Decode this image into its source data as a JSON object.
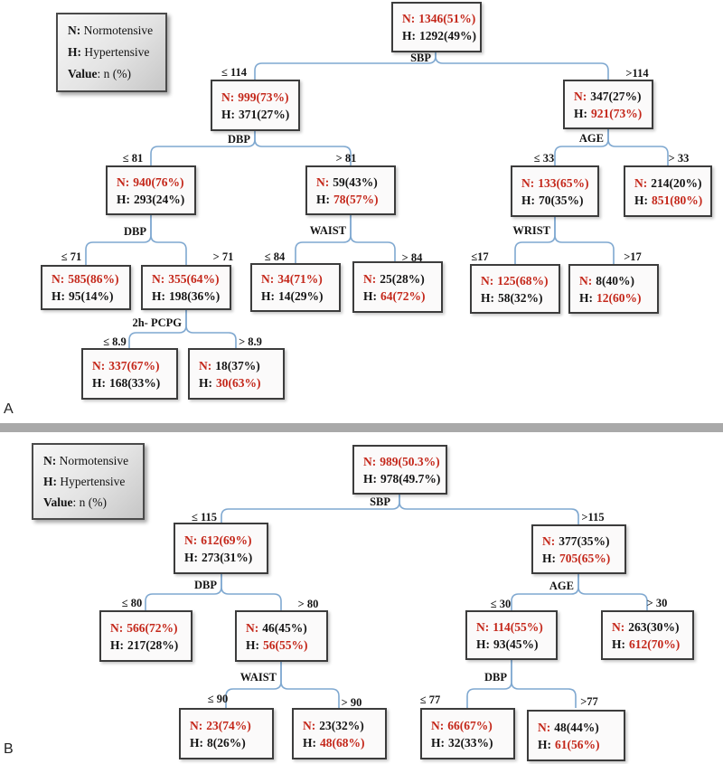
{
  "figure": {
    "common": {
      "n_prefix": "N:",
      "h_prefix": "H:"
    },
    "colors": {
      "highlight_red": "#c4271a",
      "connector_blue": "#7fa8d0",
      "divider_gray": "#a9a9a9"
    },
    "legend": {
      "n_key": "N:",
      "n_text": "Normotensive",
      "h_key": "H:",
      "h_text": "Hypertensive",
      "value_key": "Value",
      "value_text": ": n (%)"
    },
    "section_a": {
      "label": "A",
      "splits": {
        "sbp": {
          "variable": "SBP",
          "left": "≤ 114",
          "right": ">114"
        },
        "dbp81": {
          "variable": "DBP",
          "left": "≤ 81",
          "right": "> 81"
        },
        "age33": {
          "variable": "AGE",
          "left": "≤ 33",
          "right": "> 33"
        },
        "dbp71": {
          "variable": "DBP",
          "left": "≤ 71",
          "right": "> 71"
        },
        "waist84": {
          "variable": "WAIST",
          "left": "≤ 84",
          "right": "> 84"
        },
        "wrist17": {
          "variable": "WRIST",
          "left": "≤17",
          "right": ">17"
        },
        "pcpg": {
          "variable": "2h- PCPG",
          "left": "≤ 8.9",
          "right": "> 8.9"
        }
      },
      "nodes": {
        "root": {
          "n": "1346(51%)",
          "n_red": "true",
          "h": "1292(49%)",
          "h_red": "false"
        },
        "sbp_le": {
          "n": "999(73%)",
          "n_red": "true",
          "h": "371(27%)",
          "h_red": "false"
        },
        "sbp_gt": {
          "n": "347(27%)",
          "n_red": "false",
          "h": "921(73%)",
          "h_red": "true"
        },
        "dbp81_le": {
          "n": "940(76%)",
          "n_red": "true",
          "h": "293(24%)",
          "h_red": "false"
        },
        "dbp81_gt": {
          "n": "59(43%)",
          "n_red": "false",
          "h": "78(57%)",
          "h_red": "true"
        },
        "age33_le": {
          "n": "133(65%)",
          "n_red": "true",
          "h": "70(35%)",
          "h_red": "false"
        },
        "age33_gt": {
          "n": "214(20%)",
          "n_red": "false",
          "h": "851(80%)",
          "h_red": "true"
        },
        "dbp71_le": {
          "n": "585(86%)",
          "n_red": "true",
          "h": "95(14%)",
          "h_red": "false"
        },
        "dbp71_gt": {
          "n": "355(64%)",
          "n_red": "true",
          "h": "198(36%)",
          "h_red": "false"
        },
        "waist84_le": {
          "n": "34(71%)",
          "n_red": "true",
          "h": "14(29%)",
          "h_red": "false"
        },
        "waist84_gt": {
          "n": "25(28%)",
          "n_red": "false",
          "h": "64(72%)",
          "h_red": "true"
        },
        "wrist17_le": {
          "n": "125(68%)",
          "n_red": "true",
          "h": "58(32%)",
          "h_red": "false"
        },
        "wrist17_gt": {
          "n": "8(40%)",
          "n_red": "false",
          "h": "12(60%)",
          "h_red": "true"
        },
        "pcpg_le": {
          "n": "337(67%)",
          "n_red": "true",
          "h": "168(33%)",
          "h_red": "false"
        },
        "pcpg_gt": {
          "n": "18(37%)",
          "n_red": "false",
          "h": "30(63%)",
          "h_red": "true"
        }
      }
    },
    "section_b": {
      "label": "B",
      "splits": {
        "sbp": {
          "variable": "SBP",
          "left": "≤ 115",
          "right": ">115"
        },
        "dbp80": {
          "variable": "DBP",
          "left": "≤ 80",
          "right": "> 80"
        },
        "age30": {
          "variable": "AGE",
          "left": "≤ 30",
          "right": "> 30"
        },
        "waist90": {
          "variable": "WAIST",
          "left": "≤ 90",
          "right": "> 90"
        },
        "dbp77": {
          "variable": "DBP",
          "left": "≤ 77",
          "right": ">77"
        }
      },
      "nodes": {
        "root": {
          "n": "989(50.3%)",
          "n_red": "true",
          "h": "978(49.7%)",
          "h_red": "false"
        },
        "sbp_le": {
          "n": "612(69%)",
          "n_red": "true",
          "h": "273(31%)",
          "h_red": "false"
        },
        "sbp_gt": {
          "n": "377(35%)",
          "n_red": "false",
          "h": "705(65%)",
          "h_red": "true"
        },
        "dbp80_le": {
          "n": "566(72%)",
          "n_red": "true",
          "h": "217(28%)",
          "h_red": "false"
        },
        "dbp80_gt": {
          "n": "46(45%)",
          "n_red": "false",
          "h": "56(55%)",
          "h_red": "true"
        },
        "age30_le": {
          "n": "114(55%)",
          "n_red": "true",
          "h": "93(45%)",
          "h_red": "false"
        },
        "age30_gt": {
          "n": "263(30%)",
          "n_red": "false",
          "h": "612(70%)",
          "h_red": "true"
        },
        "waist90_le": {
          "n": "23(74%)",
          "n_red": "true",
          "h": "8(26%)",
          "h_red": "false"
        },
        "waist90_gt": {
          "n": "23(32%)",
          "n_red": "false",
          "h": "48(68%)",
          "h_red": "true"
        },
        "dbp77_le": {
          "n": "66(67%)",
          "n_red": "true",
          "h": "32(33%)",
          "h_red": "false"
        },
        "dbp77_gt": {
          "n": "48(44%)",
          "n_red": "false",
          "h": "61(56%)",
          "h_red": "true"
        }
      }
    }
  }
}
